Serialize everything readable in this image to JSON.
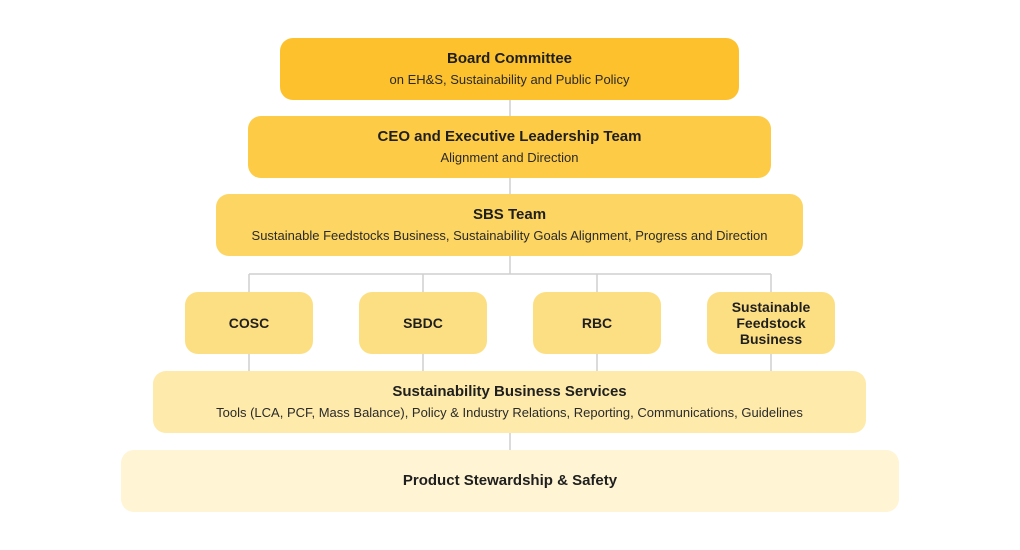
{
  "colors": {
    "level1": "#fcc12d",
    "level2": "#fdcb45",
    "level3": "#fdd562",
    "level4": "#fddf83",
    "level5": "#feeaaa",
    "level6": "#fff4d4",
    "connector": "#cfcfcf"
  },
  "board_committee": {
    "title": "Board Committee",
    "subtitle": "on EH&S, Sustainability and Public Policy"
  },
  "ceo_team": {
    "title": "CEO and Executive Leadership Team",
    "subtitle": "Alignment and Direction"
  },
  "sbs_team": {
    "title": "SBS Team",
    "subtitle": "Sustainable Feedstocks Business, Sustainability Goals Alignment, Progress and Direction"
  },
  "councils": [
    {
      "title": "COSC"
    },
    {
      "title": "SBDC"
    },
    {
      "title": "RBC"
    },
    {
      "title": "Sustainable Feedstock Business"
    }
  ],
  "business_services": {
    "title": "Sustainability Business Services",
    "subtitle": "Tools (LCA, PCF, Mass Balance), Policy & Industry Relations, Reporting, Communications, Guidelines"
  },
  "product_stewardship": {
    "title": "Product Stewardship & Safety"
  }
}
